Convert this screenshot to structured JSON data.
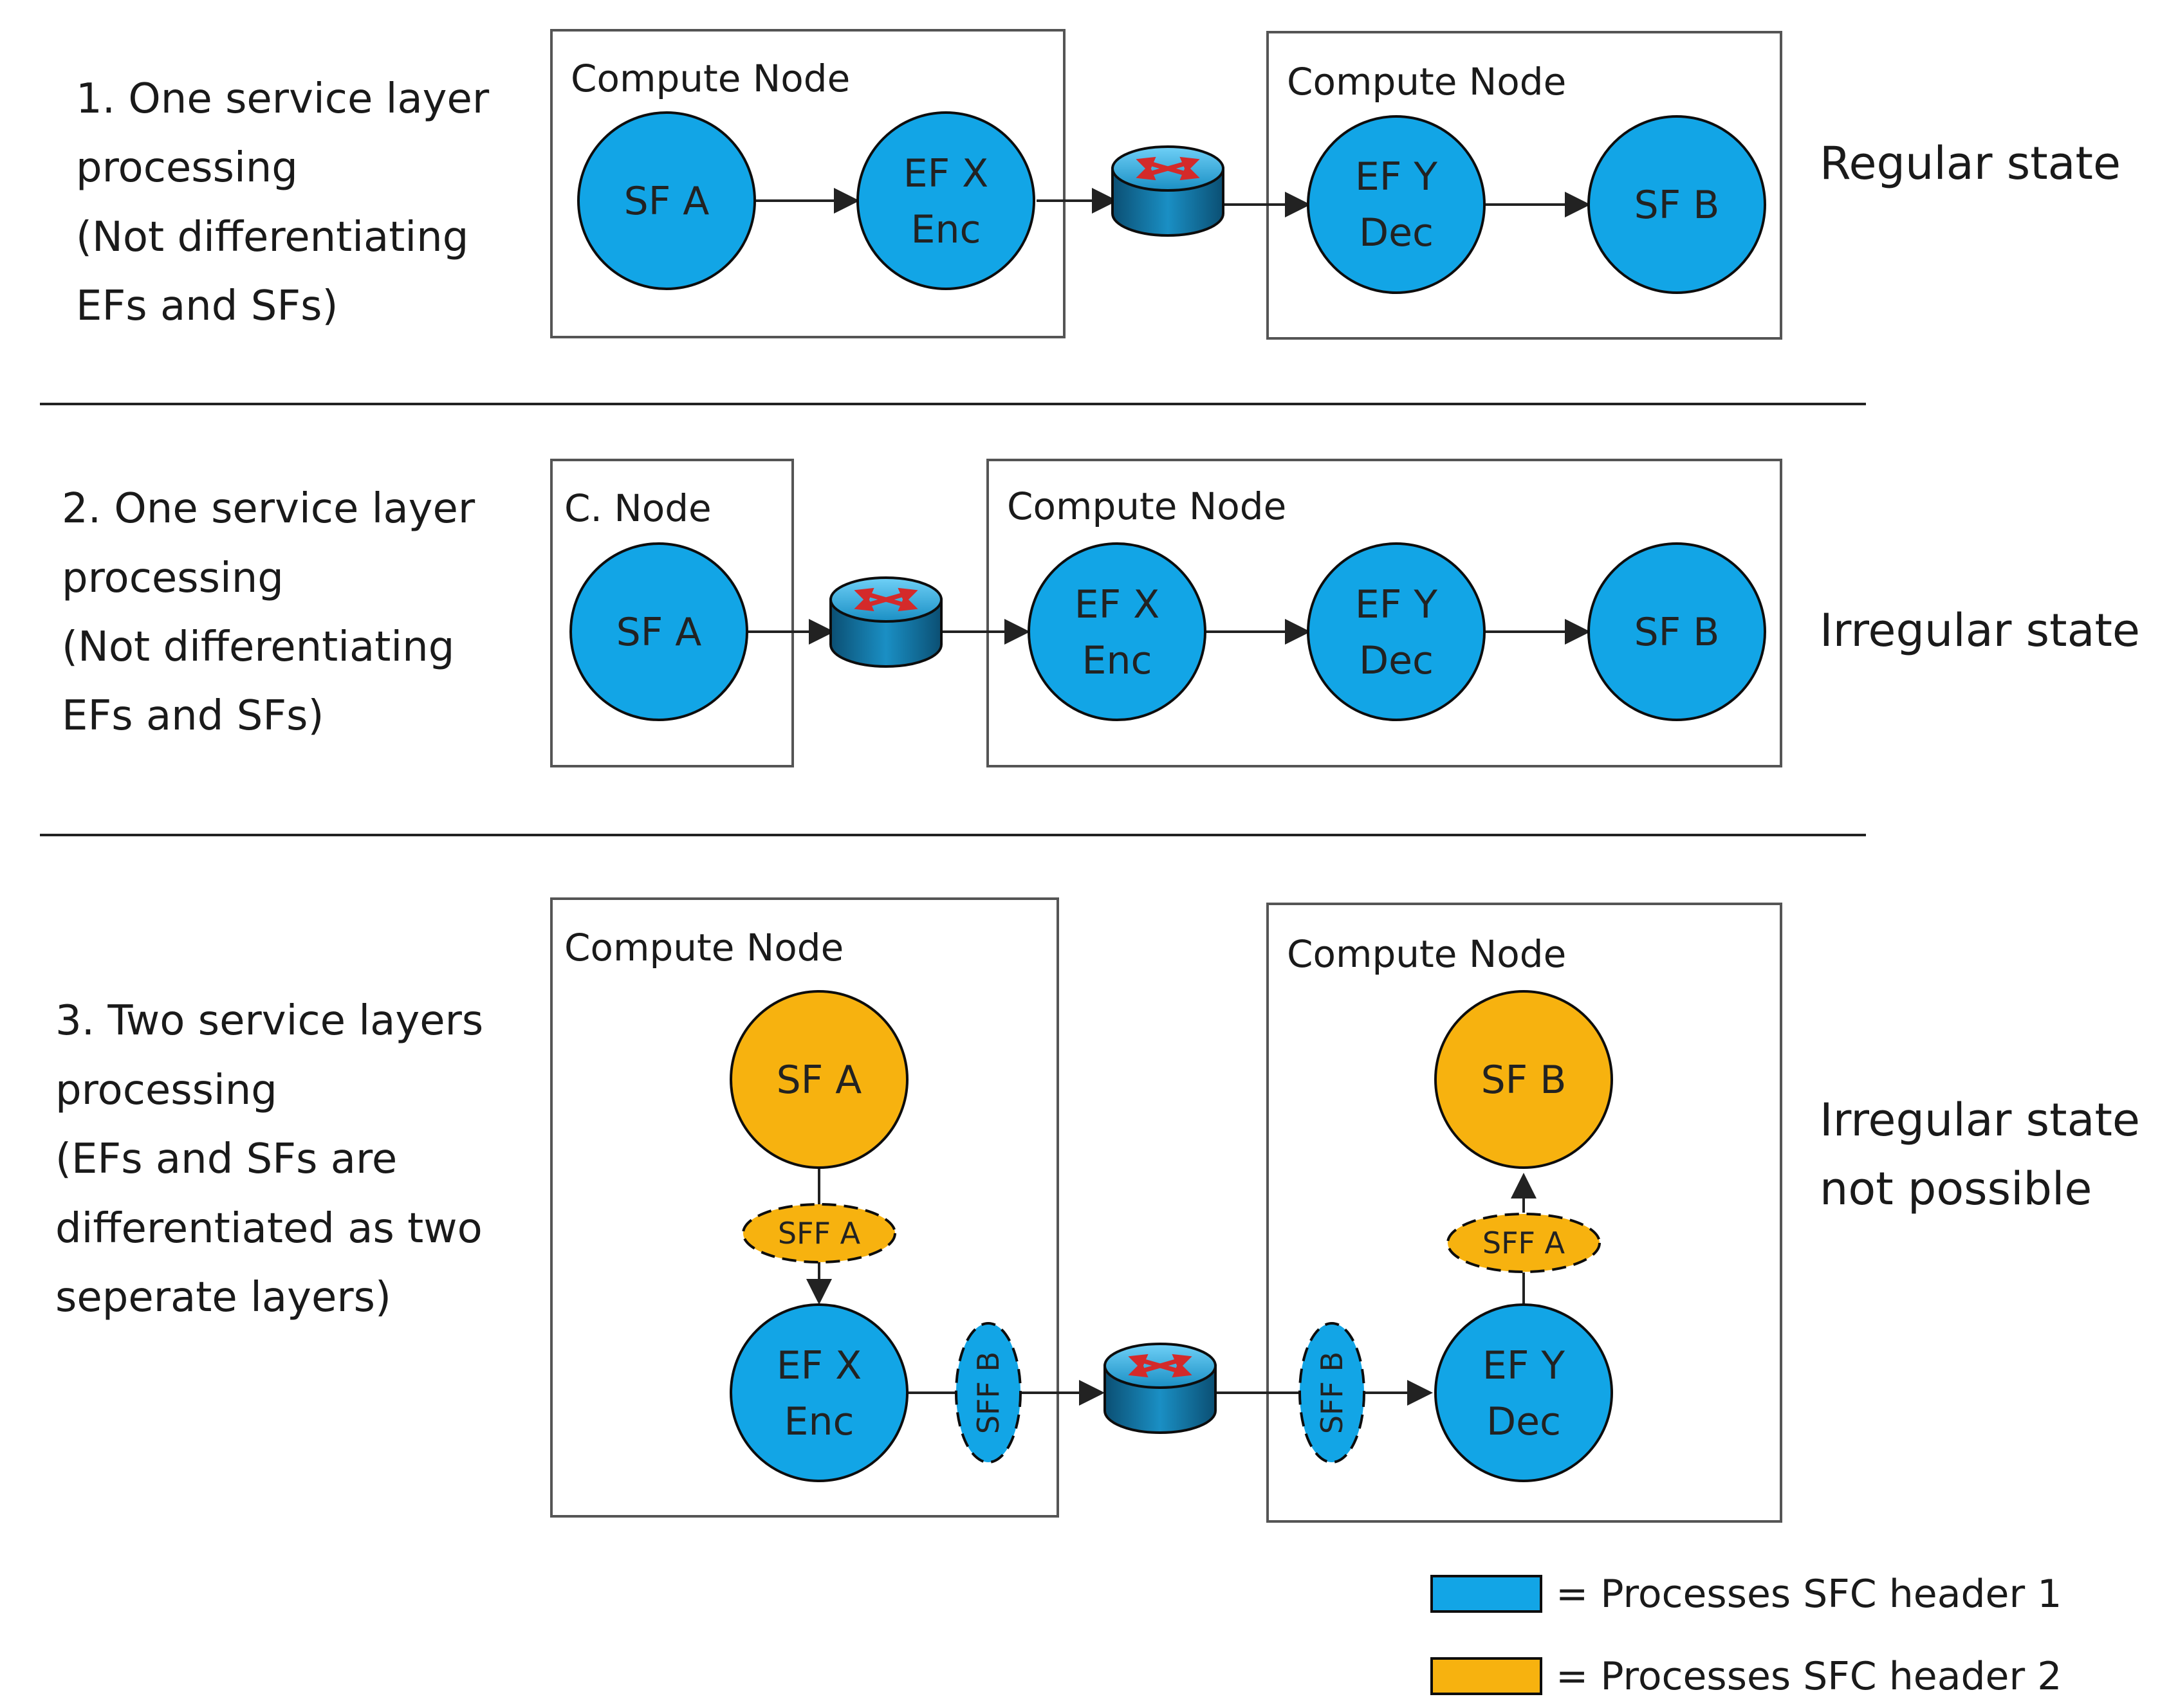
{
  "colors": {
    "header1": "#12a5e6",
    "header2": "#f7b20f",
    "box_stroke": "#555555",
    "arrow": "#222222",
    "router_body": "#1a8fc4",
    "router_arrows": "#d42a2a"
  },
  "icons": {
    "router": "router-icon"
  },
  "scenarios": [
    {
      "label_lines": [
        "1. One service layer",
        "processing",
        "(Not differentiating",
        "EFs and SFs)"
      ],
      "state_lines": [
        "Regular state"
      ],
      "boxes": [
        "Compute Node",
        "Compute Node"
      ],
      "nodes": [
        {
          "line1": "SF A",
          "line2": ""
        },
        {
          "line1": "EF X",
          "line2": "Enc"
        },
        {
          "line1": "EF Y",
          "line2": "Dec"
        },
        {
          "line1": "SF B",
          "line2": ""
        }
      ]
    },
    {
      "label_lines": [
        "2. One service layer",
        "processing",
        "(Not differentiating",
        "EFs and SFs)"
      ],
      "state_lines": [
        "Irregular state"
      ],
      "boxes": [
        "C. Node",
        "Compute Node"
      ],
      "nodes": [
        {
          "line1": "SF A",
          "line2": ""
        },
        {
          "line1": "EF X",
          "line2": "Enc"
        },
        {
          "line1": "EF Y",
          "line2": "Dec"
        },
        {
          "line1": "SF B",
          "line2": ""
        }
      ]
    },
    {
      "label_lines": [
        "3. Two service layers",
        "processing",
        "(EFs and SFs are",
        "differentiated as two",
        "seperate layers)"
      ],
      "state_lines": [
        "Irregular state",
        "not possible"
      ],
      "boxes": [
        "Compute Node",
        "Compute Node"
      ],
      "nodes": [
        {
          "line1": "SF A",
          "line2": ""
        },
        {
          "line1": "EF X",
          "line2": "Enc"
        },
        {
          "line1": "SF B",
          "line2": ""
        },
        {
          "line1": "EF Y",
          "line2": "Dec"
        }
      ],
      "sff": [
        "SFF A",
        "SFF B",
        "SFF B",
        "SFF A"
      ]
    }
  ],
  "legend": [
    {
      "text": "= Processes SFC header 1"
    },
    {
      "text": "= Processes SFC header 2"
    }
  ]
}
